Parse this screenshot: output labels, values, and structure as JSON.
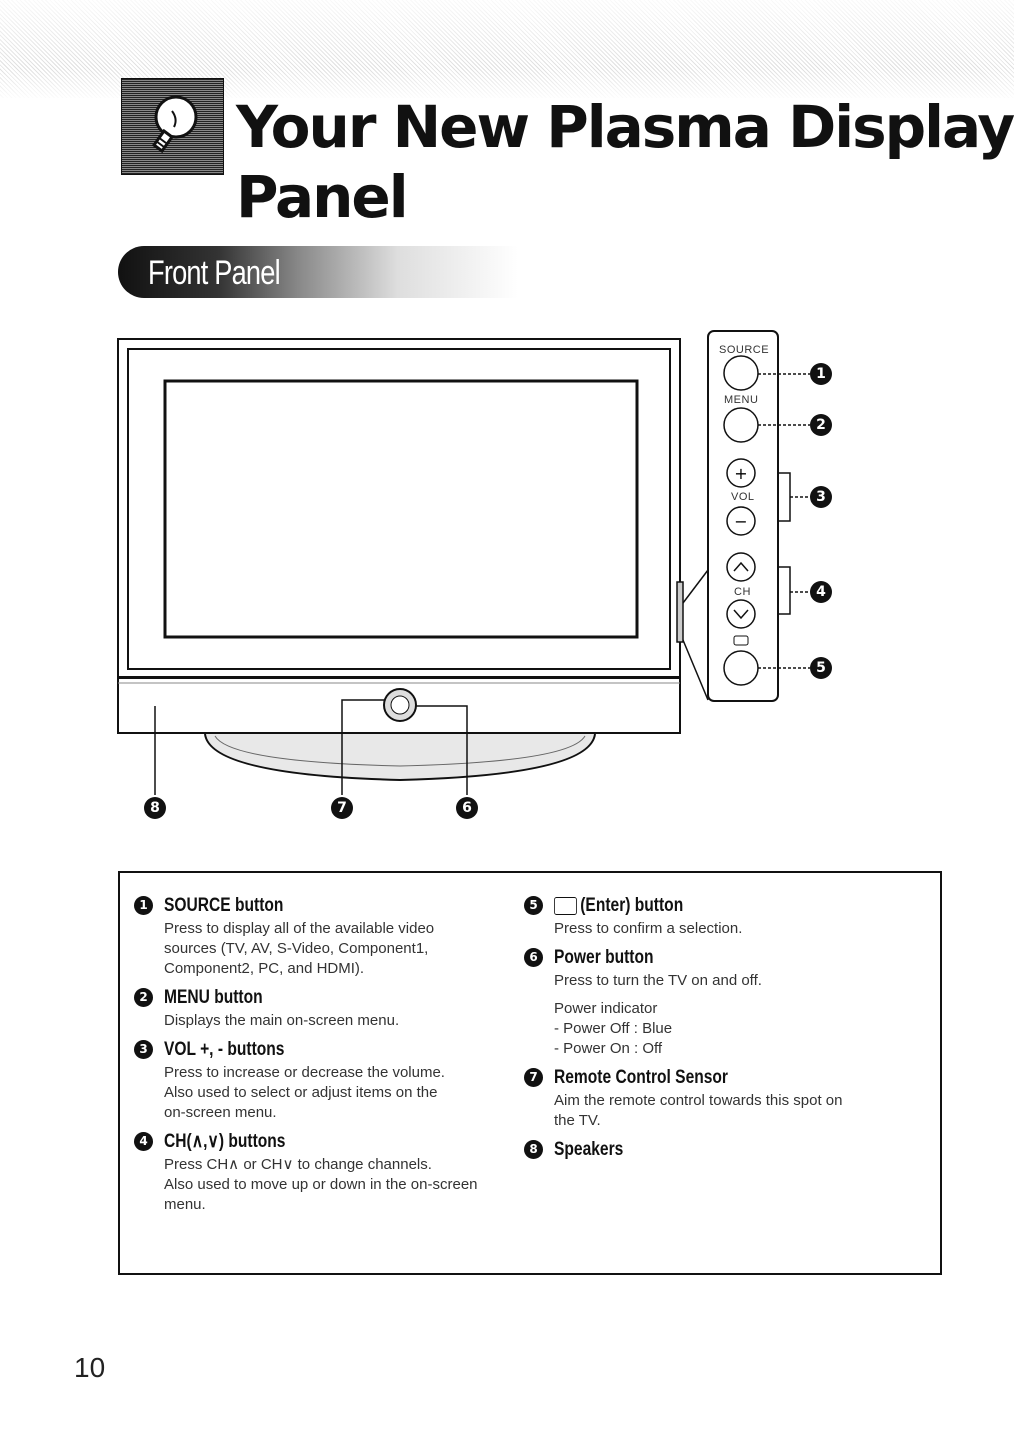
{
  "header": {
    "title": "Your New Plasma Display Panel",
    "icon": "lightbulb-icon"
  },
  "section": {
    "title": "Front Panel"
  },
  "panel_labels": {
    "source": "SOURCE",
    "menu": "MENU",
    "vol": "VOL",
    "ch": "CH"
  },
  "callouts": [
    "1",
    "2",
    "3",
    "4",
    "5",
    "6",
    "7",
    "8"
  ],
  "items": [
    {
      "num": "1",
      "heading": "SOURCE button",
      "text": "Press to display all of the available video\nsources (TV, AV, S-Video, Component1,\nComponent2, PC, and HDMI)."
    },
    {
      "num": "2",
      "heading": "MENU button",
      "text": "Displays the main on-screen menu."
    },
    {
      "num": "3",
      "heading": "VOL +, - buttons",
      "text": "Press to increase or decrease the volume.\nAlso used to select or adjust items on the\non-screen menu."
    },
    {
      "num": "4",
      "heading": "CH(∧,∨) buttons",
      "text": "Press CH∧ or CH∨ to change channels.\nAlso used to move up or down in the on-screen\nmenu."
    },
    {
      "num": "5",
      "heading": "(Enter) button",
      "text": "Press to confirm a selection."
    },
    {
      "num": "6",
      "heading": "Power button",
      "text": "Press to turn the TV on and off.",
      "text2": "Power indicator\n- Power Off : Blue\n- Power On : Off"
    },
    {
      "num": "7",
      "heading": "Remote Control Sensor",
      "text": "Aim the remote control towards this spot on\nthe TV."
    },
    {
      "num": "8",
      "heading": "Speakers",
      "text": ""
    }
  ],
  "page_number": "10"
}
